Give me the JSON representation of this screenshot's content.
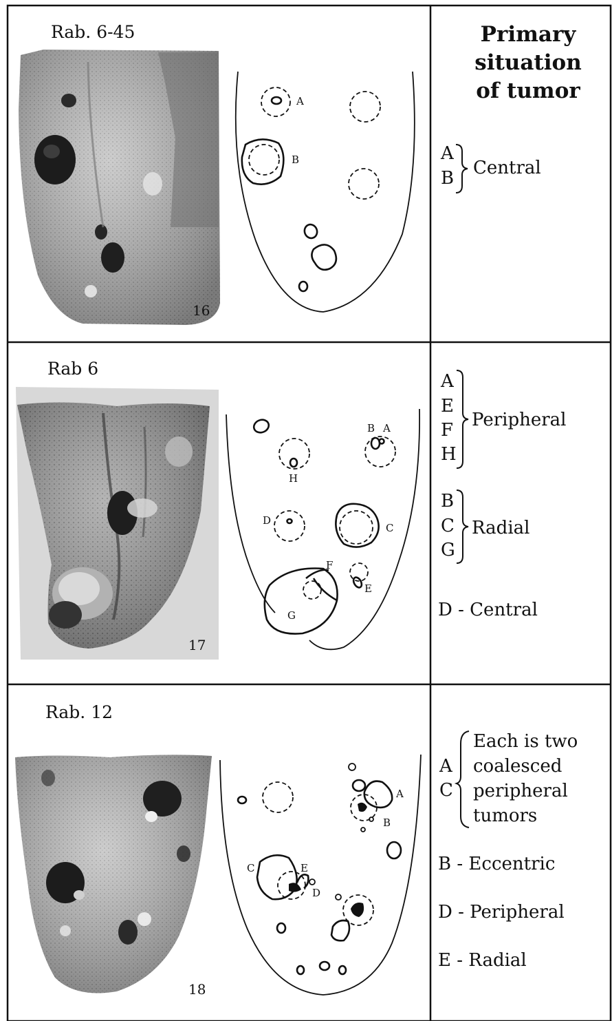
{
  "header": {
    "title_line1": "Primary",
    "title_line2": "situation",
    "title_line3": "of tumor"
  },
  "panels": [
    {
      "label": "Rab. 6-45",
      "figure_number": "16",
      "letters": [
        "A",
        "B"
      ],
      "classification": [
        {
          "letters": [
            "A",
            "B"
          ],
          "text": [
            "Central"
          ]
        }
      ]
    },
    {
      "label": "Rab 6",
      "figure_number": "17",
      "letters": [
        "B",
        "A",
        "H",
        "D",
        "C",
        "F",
        "E",
        "G"
      ],
      "classification": [
        {
          "letters": [
            "A",
            "E",
            "F",
            "H"
          ],
          "text": [
            "Peripheral"
          ]
        },
        {
          "letters": [
            "B",
            "C",
            "G"
          ],
          "text": [
            "Radial"
          ]
        },
        {
          "letters": [
            "D"
          ],
          "text": [
            "D - Central"
          ]
        }
      ]
    },
    {
      "label": "Rab. 12",
      "figure_number": "18",
      "letters": [
        "A",
        "B",
        "C",
        "E",
        "D"
      ],
      "classification": [
        {
          "letters": [
            "A",
            "C"
          ],
          "text": [
            "Each is two",
            "coalesced",
            "peripheral",
            "tumors"
          ]
        },
        {
          "letters": [
            "B"
          ],
          "text": [
            "B - Eccentric"
          ]
        },
        {
          "letters": [
            "D"
          ],
          "text": [
            "D - Peripheral"
          ]
        },
        {
          "letters": [
            "E"
          ],
          "text": [
            "E - Radial"
          ]
        }
      ]
    }
  ],
  "colors": {
    "ink": "#111111",
    "photo_light": "#cfcfcf",
    "photo_dark": "#3a3a3a"
  }
}
